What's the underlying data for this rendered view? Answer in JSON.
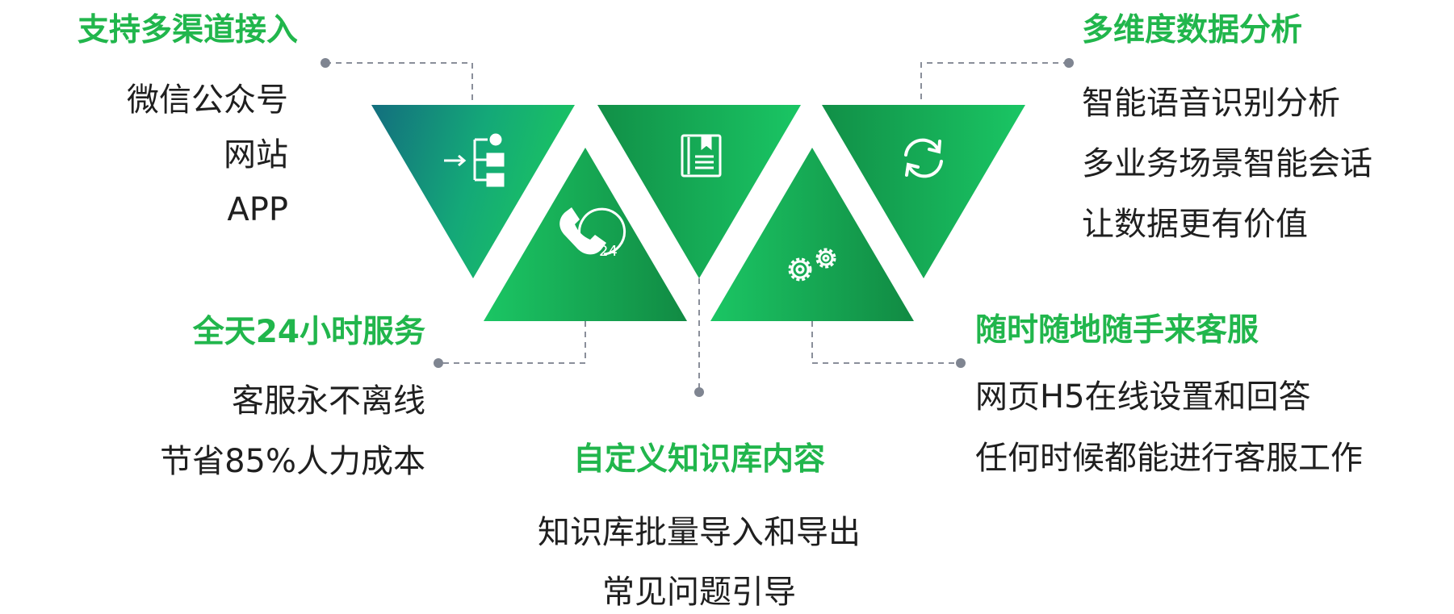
{
  "colors": {
    "title_green": "#21b64c",
    "text": "#1f1f1f",
    "connector": "#8a8f9a",
    "tri_teal": "#136e7e",
    "tri_green": "#1ac462",
    "tri_dark": "#118a43"
  },
  "icons": [
    "channel-access-icon",
    "knowledge-book-icon",
    "refresh-icon",
    "phone-24h-icon",
    "gears-icon"
  ],
  "blocks": {
    "channels": {
      "title": "支持多渠道接入",
      "items": [
        "微信公众号",
        "网站",
        "APP"
      ]
    },
    "analytics": {
      "title": "多维度数据分析",
      "items": [
        "智能语音识别分析",
        "多业务场景智能会话",
        "让数据更有价值"
      ]
    },
    "service24": {
      "title": "全天24小时服务",
      "items": [
        "客服永不离线",
        "节省85%人力成本"
      ]
    },
    "knowledge": {
      "title": "自定义知识库内容",
      "items": [
        "知识库批量导入和导出",
        "常见问题引导"
      ]
    },
    "anytime": {
      "title": "随时随地随手来客服",
      "items": [
        "网页H5在线设置和回答",
        "任何时候都能进行客服工作"
      ]
    }
  }
}
